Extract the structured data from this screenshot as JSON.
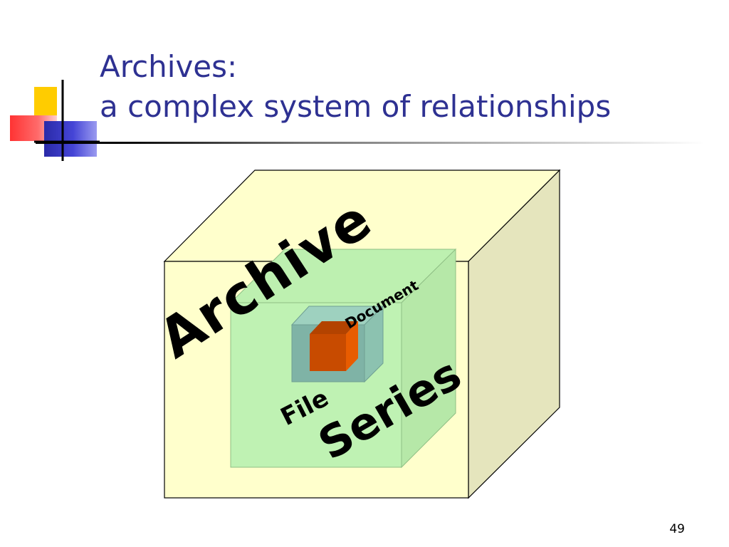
{
  "slide": {
    "title_line1": "Archives:",
    "title_line2": "a complex system of relationships",
    "page_number": "49"
  },
  "diagram": {
    "labels": {
      "archive": "Archive",
      "series": "Series",
      "file": "File",
      "document": "Document"
    }
  },
  "colors": {
    "title": "#2e3192",
    "archive_front": "#ffffcc",
    "archive_side": "#e5e5bd",
    "series_fill": "#bff2b3",
    "file_fill": "#7fb3a6",
    "document_front": "#c84b00",
    "document_top": "#b34300",
    "document_side": "#e85c00",
    "logo_yellow": "#ffcc00",
    "logo_red": "#ff3333",
    "logo_blue": "#3333cc"
  }
}
